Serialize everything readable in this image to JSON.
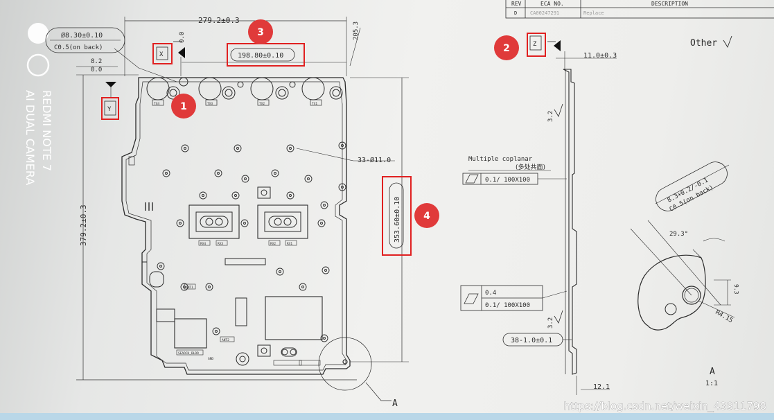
{
  "title_block": {
    "rev_header": "REV",
    "eca_header": "ECA NO.",
    "desc_header": "DESCRIPTION",
    "rev_value": "D",
    "eca_value": "CA00247291",
    "desc_value": "Replace"
  },
  "camera_watermark": {
    "line1": "REDMI NOTE 7",
    "line2": "AI DUAL CAMERA"
  },
  "front_view": {
    "dim_width": "279.2±0.3",
    "dim_height": "379.2±0.3",
    "dim_205": "205.3",
    "dim_8_2": "8.2",
    "dim_0_0_left": "0.0",
    "dim_0_0_top": "0.0",
    "hole_callout_dia": "Ø8.30±0.10",
    "hole_callout_chamfer": "C0.5(on back)",
    "datum_x": "X",
    "datum_y": "Y",
    "dim_198": "198.80±0.10",
    "dim_353": "353.60±0.10",
    "hole_count": "33-Ø11.0",
    "detail_ref": "A",
    "labels": [
      "TX4",
      "TX3",
      "TX2",
      "TX1",
      "RX4",
      "RX3",
      "RX2",
      "RX1",
      "ANT1",
      "ANT2",
      "GND",
      "SEARCH_BLDR"
    ]
  },
  "side_view": {
    "datum_z": "Z",
    "dim_11": "11.0±0.3",
    "roughness_other": "Other",
    "roughness_value": "3.2",
    "roughness_value_upper": "3.2",
    "flatness_note_en": "Multiple coplanar",
    "flatness_note_cn": "(多处共面)",
    "flatness_1": "0.1/ 100X100",
    "flatness_2a": "0.4",
    "flatness_2b": "0.1/ 100X100",
    "hole_38": "38-1.0±0.1",
    "dim_12_1": "12.1"
  },
  "detail_a": {
    "dia_callout": "8.3+0.2/-0.1",
    "chamfer": "C0.5(on back)",
    "angle": "29.3°",
    "dim_9_3": "9.3",
    "radius": "R4.15",
    "label": "A",
    "scale": "1:1"
  },
  "badges": [
    "1",
    "2",
    "3",
    "4"
  ],
  "url_watermark": "https://blog.csdn.net/weixin_43911798",
  "colors": {
    "badge": "#e03a3a",
    "highlight_box": "#e02020",
    "line": "#2b2b2b"
  }
}
